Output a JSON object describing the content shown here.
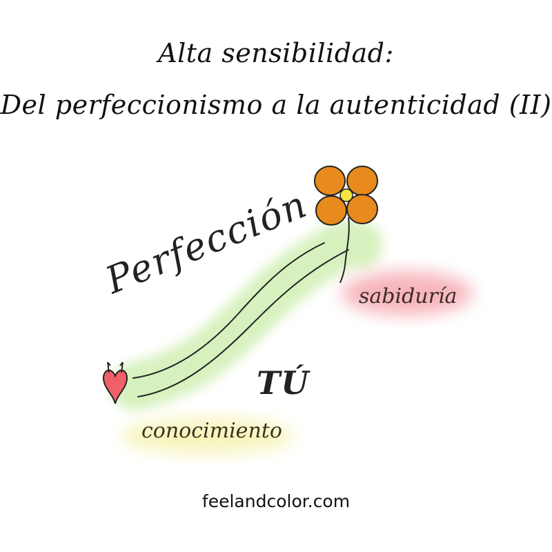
{
  "header": {
    "title_line1": "Alta sensibilidad:",
    "title_line2": "Del perfeccionismo a la autenticidad  (II)"
  },
  "illustration": {
    "labels": {
      "perfeccion": "Perfección",
      "tu": "TÚ",
      "sabiduria": "sabiduría",
      "conocimiento": "conocimiento"
    },
    "icons": [
      "heart-icon",
      "flower-icon"
    ],
    "colors": {
      "path_glow": "#b8e68a",
      "sabiduria_glow": "#f07a85",
      "conocimiento_glow": "#f4f0a0",
      "heart": "#f0606a",
      "petals": "#e88a1e",
      "flower_center": "#f5e640"
    }
  },
  "footer": {
    "site": "feelandcolor.com"
  }
}
